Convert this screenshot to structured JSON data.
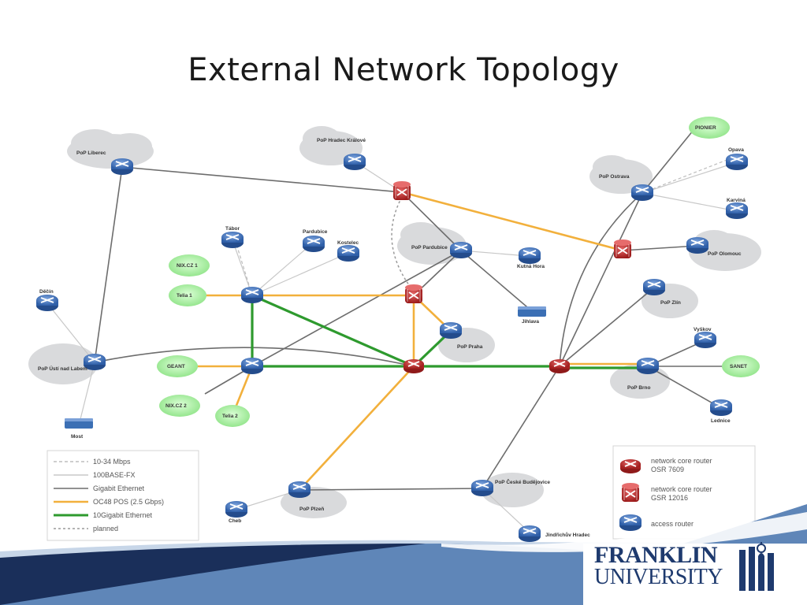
{
  "slide": {
    "title": "External Network Topology"
  },
  "colors": {
    "title": "#1a1a1a",
    "cloud": "#d9dadc",
    "access_router": "#3f6fb8",
    "core_router_a": "#c42a2a",
    "core_router_b": "#b5272b",
    "peer_green": "#a8f0a0",
    "link_gigabit": "#6d6d6d",
    "link_100base": "#c8c8c8",
    "link_10_34": "#bdbdbd",
    "link_pos": "#f2b03c",
    "link_10gig": "#2e9a2e",
    "link_planned": "#9a9a9a",
    "footer_navy": "#1a2f5a",
    "footer_blue": "#5f86b8",
    "footer_light": "#c7d6e8",
    "logo": "#1e3a6e"
  },
  "diagram": {
    "nodes": [
      {
        "id": "pop_liberec",
        "kind": "cloud",
        "label": "PoP Liberec"
      },
      {
        "id": "pop_hradec",
        "kind": "cloud",
        "label": "PoP Hradec Králové"
      },
      {
        "id": "pop_pardubice",
        "kind": "cloud",
        "label": "PoP Pardubice"
      },
      {
        "id": "pop_ostrava",
        "kind": "cloud",
        "label": "PoP Ostrava"
      },
      {
        "id": "pop_olomouc",
        "kind": "cloud",
        "label": "PoP Olomouc"
      },
      {
        "id": "pop_zlin",
        "kind": "cloud",
        "label": "PoP Zlín"
      },
      {
        "id": "pop_brno",
        "kind": "cloud",
        "label": "PoP Brno"
      },
      {
        "id": "pop_praha",
        "kind": "cloud",
        "label": "PoP Praha"
      },
      {
        "id": "pop_usti",
        "kind": "cloud",
        "label": "PoP Ústí nad Labem"
      },
      {
        "id": "pop_plzen",
        "kind": "cloud",
        "label": "PoP Plzeň"
      },
      {
        "id": "pop_ceske",
        "kind": "cloud",
        "label": "PoP České Budějovice"
      },
      {
        "id": "pioneer",
        "kind": "peer",
        "label": "PIONIER"
      },
      {
        "id": "nix1",
        "kind": "peer",
        "label": "NIX.CZ 1"
      },
      {
        "id": "telia1",
        "kind": "peer",
        "label": "Telia 1"
      },
      {
        "id": "geant",
        "kind": "peer",
        "label": "GEANT"
      },
      {
        "id": "nix2",
        "kind": "peer",
        "label": "NIX.CZ 2"
      },
      {
        "id": "telia2",
        "kind": "peer",
        "label": "Telia 2"
      },
      {
        "id": "sanet",
        "kind": "peer",
        "label": "SANET"
      },
      {
        "id": "decin",
        "kind": "site",
        "label": "Děčín"
      },
      {
        "id": "most",
        "kind": "site",
        "label": "Most"
      },
      {
        "id": "cheb",
        "kind": "site",
        "label": "Cheb"
      },
      {
        "id": "tabor",
        "kind": "site",
        "label": "Tábor"
      },
      {
        "id": "opava",
        "kind": "site",
        "label": "Opava"
      },
      {
        "id": "karvina",
        "kind": "site",
        "label": "Karviná"
      },
      {
        "id": "pardubice_site",
        "kind": "site",
        "label": "Pardubice"
      },
      {
        "id": "kostelec",
        "kind": "site",
        "label": "Kostelec"
      },
      {
        "id": "kutna_hora",
        "kind": "site",
        "label": "Kutná Hora"
      },
      {
        "id": "jihlava",
        "kind": "site",
        "label": "Jihlava"
      },
      {
        "id": "vyskov",
        "kind": "site",
        "label": "Vyškov"
      },
      {
        "id": "lednice",
        "kind": "site",
        "label": "Lednice"
      },
      {
        "id": "jindrichuv",
        "kind": "site",
        "label": "Jindřichův Hradec"
      }
    ],
    "legend_links": [
      {
        "label": "10-34 Mbps",
        "color_key": "link_10_34",
        "dash": "4 3",
        "width": 1.5
      },
      {
        "label": "100BASE-FX",
        "color_key": "link_100base",
        "dash": "",
        "width": 1.5
      },
      {
        "label": "Gigabit Ethernet",
        "color_key": "link_gigabit",
        "dash": "",
        "width": 1.5
      },
      {
        "label": "OC48 POS (2.5 Gbps)",
        "color_key": "link_pos",
        "dash": "",
        "width": 2.5
      },
      {
        "label": "10Gigabit Ethernet",
        "color_key": "link_10gig",
        "dash": "",
        "width": 3
      },
      {
        "label": "planned",
        "color_key": "link_planned",
        "dash": "3 3",
        "width": 1.5
      }
    ],
    "legend_routers": [
      {
        "label_line1": "network core router",
        "label_line2": "OSR 7609",
        "color_key": "core_router_a"
      },
      {
        "label_line1": "network core router",
        "label_line2": "GSR 12016",
        "color_key": "core_router_b"
      },
      {
        "label_line1": "access router",
        "label_line2": "",
        "color_key": "access_router"
      }
    ]
  },
  "logo": {
    "line1": "FRANKLIN",
    "line2": "UNIVERSITY"
  }
}
